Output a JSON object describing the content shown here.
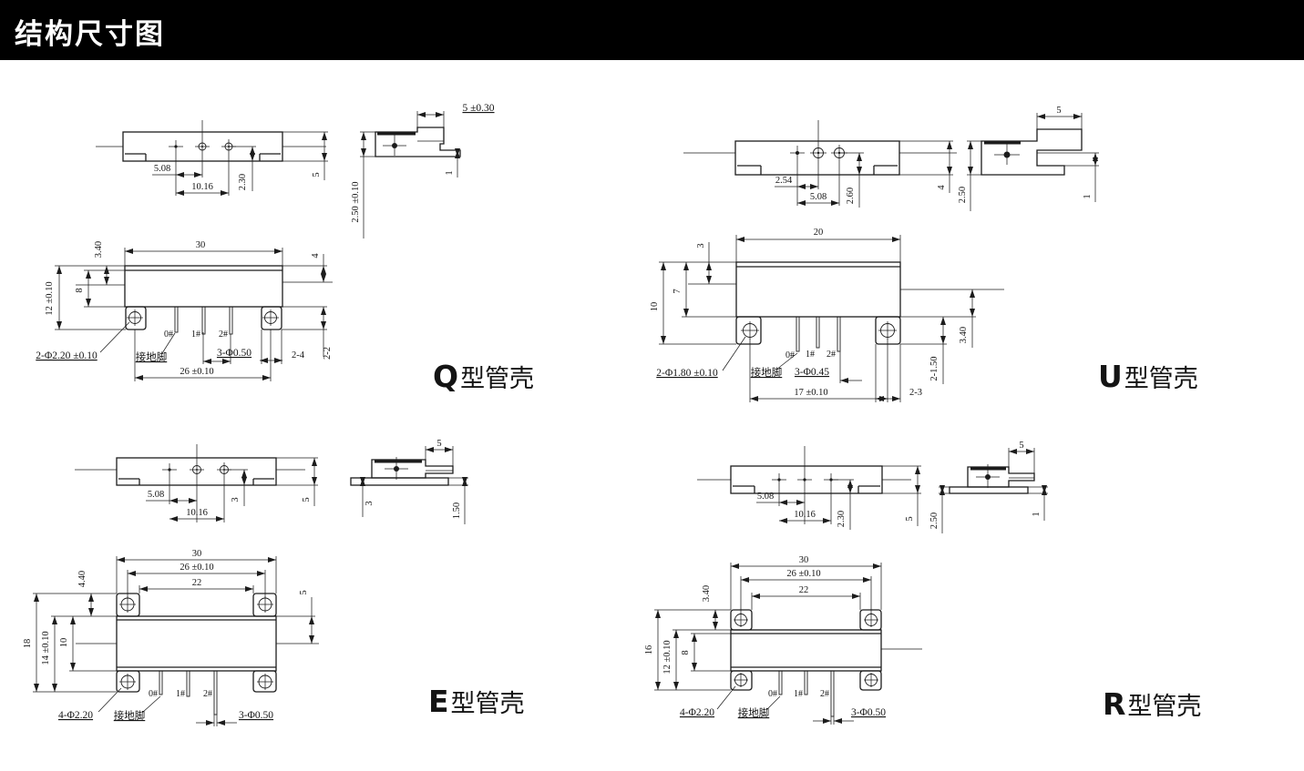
{
  "header": {
    "title": "结构尺寸图"
  },
  "panels": {
    "q": {
      "letter": "Q",
      "suffix": "型管壳",
      "top": {
        "a": "5.08",
        "b": "10.16",
        "c": "2.30",
        "d": "5"
      },
      "side": {
        "a": "5 ±0.30",
        "b": "1",
        "c": "2.50 ±0.10"
      },
      "front": {
        "w": "30",
        "d4": "4",
        "d340": "3.40",
        "d8": "8",
        "d12": "12 ±0.10",
        "holes": "2-Φ2.20 ±0.10",
        "gnd": "接地脚",
        "p0": "0#",
        "p1": "1#",
        "p2": "2#",
        "pins": "3-Φ0.50",
        "d24": "2-4",
        "d22": "2-2",
        "d26": "26 ±0.10"
      }
    },
    "u": {
      "letter": "U",
      "suffix": "型管壳",
      "top": {
        "a": "2.54",
        "b": "5.08",
        "c": "2.60",
        "d": "4"
      },
      "side": {
        "a": "5",
        "b": "1",
        "c": "2.50"
      },
      "front": {
        "w": "20",
        "d3": "3",
        "d7": "7",
        "d10": "10",
        "holes": "2-Φ1.80 ±0.10",
        "gnd": "接地脚",
        "p0": "0#",
        "p1": "1#",
        "p2": "2#",
        "pins": "3-Φ0.45",
        "d17": "17 ±0.10",
        "d23": "2-3",
        "d215": "2-1.50",
        "d340": "3.40"
      }
    },
    "e": {
      "letter": "E",
      "suffix": "型管壳",
      "top": {
        "a": "5.08",
        "b": "10.16",
        "c": "3",
        "d": "5"
      },
      "side": {
        "a": "5",
        "b": "1.50",
        "c": "3"
      },
      "front": {
        "w": "30",
        "d26": "26 ±0.10",
        "d22": "22",
        "d440": "4.40",
        "d18": "18",
        "d14": "14 ±0.10",
        "d10": "10",
        "d5": "5",
        "holes": "4-Φ2.20",
        "gnd": "接地脚",
        "p0": "0#",
        "p1": "1#",
        "p2": "2#",
        "pins": "3-Φ0.50"
      }
    },
    "r": {
      "letter": "R",
      "suffix": "型管壳",
      "top": {
        "a": "5.08",
        "b": "10.16",
        "c": "2.30",
        "d": "5"
      },
      "side": {
        "a": "5",
        "b": "1",
        "c": "2.50"
      },
      "front": {
        "w": "30",
        "d26": "26 ±0.10",
        "d22": "22",
        "d340": "3.40",
        "d16": "16",
        "d12": "12 ±0.10",
        "d8": "8",
        "holes": "4-Φ2.20",
        "gnd": "接地脚",
        "p0": "0#",
        "p1": "1#",
        "p2": "2#",
        "pins": "3-Φ0.50"
      }
    }
  }
}
